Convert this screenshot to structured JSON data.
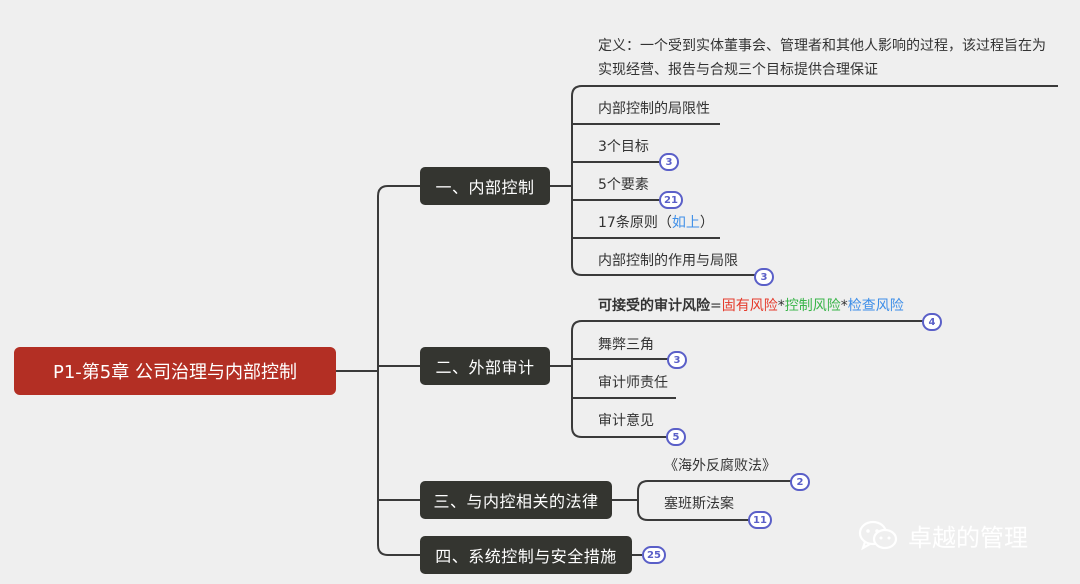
{
  "root": {
    "label": "P1-第5章 公司治理与内部控制"
  },
  "branches": [
    {
      "label": "一、内部控制"
    },
    {
      "label": "二、外部审计"
    },
    {
      "label": "三、与内控相关的法律"
    },
    {
      "label": "四、系统控制与安全措施",
      "badge": "25"
    }
  ],
  "internal_control": {
    "definition": "定义：一个受到实体董事会、管理者和其他人影响的过程，该过程旨在为实现经营、报告与合规三个目标提供合理保证",
    "limitations": "内部控制的局限性",
    "objectives": {
      "label": "3个目标",
      "badge": "3"
    },
    "elements": {
      "label": "5个要素",
      "badge": "21"
    },
    "principles": {
      "label": "17条原则（",
      "link": "如上",
      "suffix": "）"
    },
    "role": {
      "label": "内部控制的作用与局限",
      "badge": "3"
    }
  },
  "external_audit": {
    "risk": {
      "prefix": "可接受的审计风险",
      "eq": "=",
      "inherent": "固有风险",
      "op1": "*",
      "control": "控制风险",
      "op2": "*",
      "detection": "检查风险",
      "badge": "4"
    },
    "fraud_triangle": {
      "label": "舞弊三角",
      "badge": "3"
    },
    "auditor_duty": "审计师责任",
    "audit_opinion": {
      "label": "审计意见",
      "badge": "5"
    }
  },
  "laws": {
    "fcpa": {
      "label": "《海外反腐败法》",
      "badge": "2"
    },
    "sox": {
      "label": "塞班斯法案",
      "badge": "11"
    }
  },
  "watermark": {
    "text": "卓越的管理"
  }
}
